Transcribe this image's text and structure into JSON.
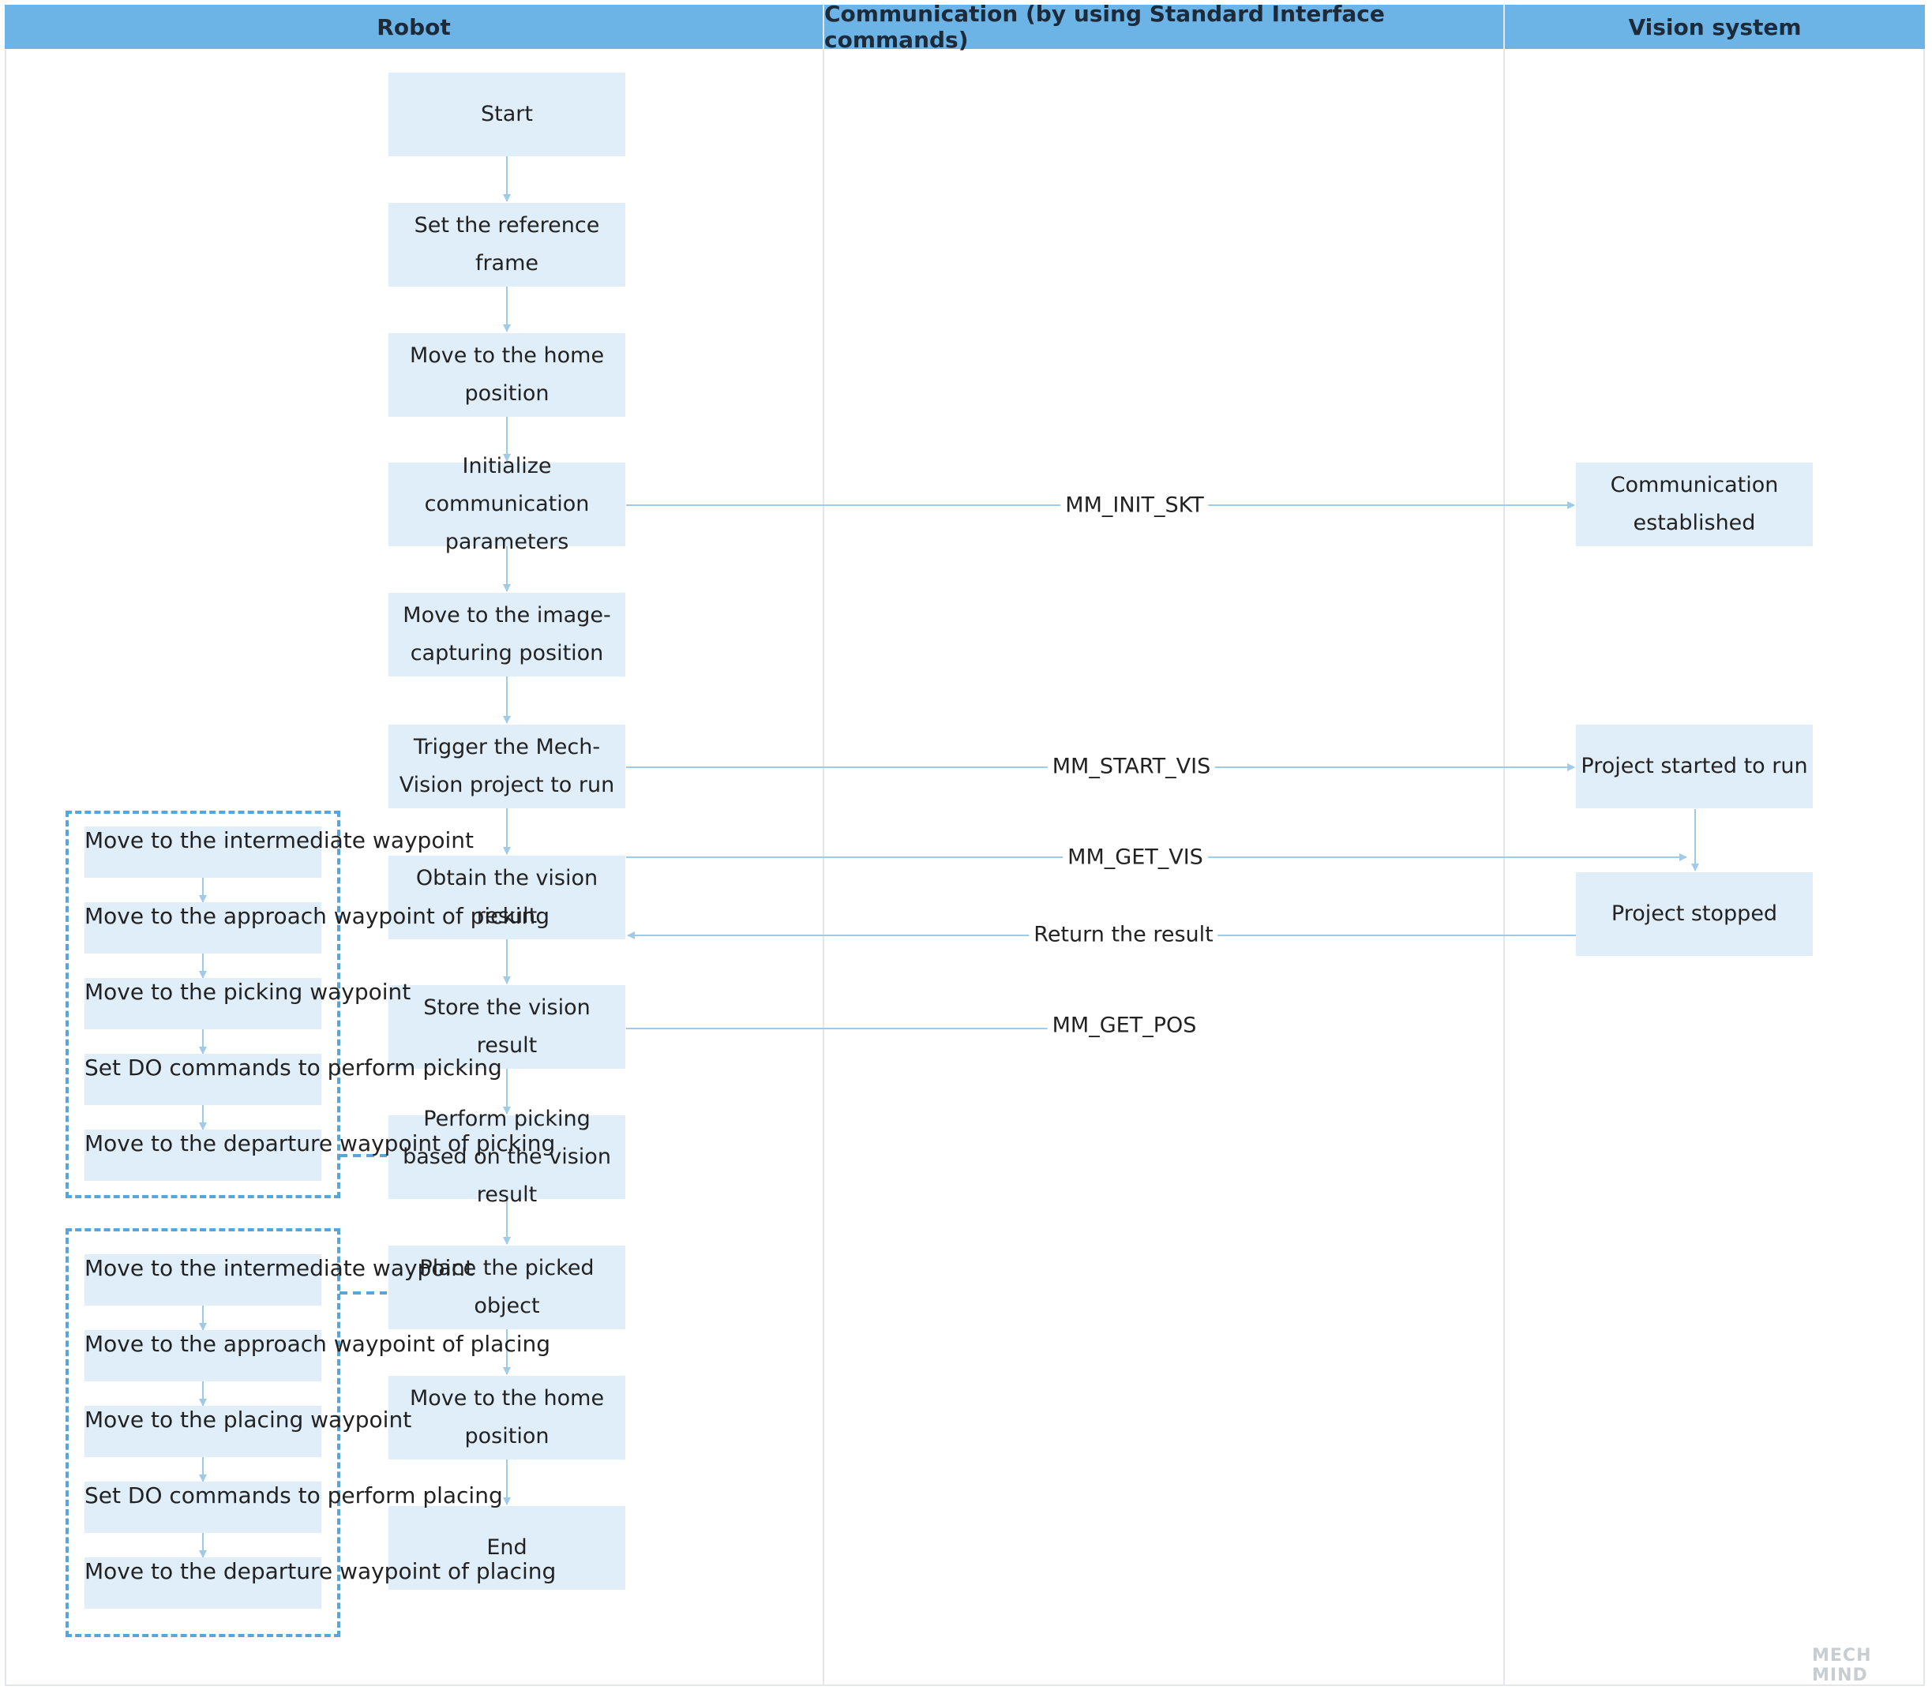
{
  "lanes": {
    "robot": "Robot",
    "communication": "Communication (by using Standard Interface commands)",
    "vision": "Vision system"
  },
  "robot_steps": {
    "start": "Start",
    "set_ref": "Set the reference frame",
    "home1": "Move to the home position",
    "init_comm": "Initialize communication parameters",
    "image_pos": "Move to the image-capturing position",
    "trigger": "Trigger the Mech-Vision project to run",
    "obtain": "Obtain the vision result",
    "store": "Store the vision result",
    "pick": "Perform picking based on the vision result",
    "place": "Place the picked object",
    "home2": "Move to the home position",
    "end": "End"
  },
  "picking_substeps": [
    "Move to the intermediate waypoint",
    "Move to the approach waypoint of picking",
    "Move to the picking waypoint",
    "Set DO commands to perform picking",
    "Move to the departure waypoint of picking"
  ],
  "placing_substeps": [
    "Move to the intermediate waypoint",
    "Move to the approach waypoint of placing",
    "Move to the placing waypoint",
    "Set DO commands to perform placing",
    "Move to the departure waypoint of placing"
  ],
  "vision_steps": {
    "comm_established": "Communication established",
    "project_started": "Project started to run",
    "project_stopped": "Project stopped"
  },
  "messages": {
    "init": "MM_INIT_SKT",
    "start_vis": "MM_START_VIS",
    "get_vis": "MM_GET_VIS",
    "return_result": "Return the result",
    "get_pos": "MM_GET_POS"
  },
  "colors": {
    "header": "#6cb3e6",
    "box": "#e0eef9",
    "arrow": "#9fcbe9",
    "dashed": "#58a5da"
  },
  "watermark": "MECH MIND"
}
